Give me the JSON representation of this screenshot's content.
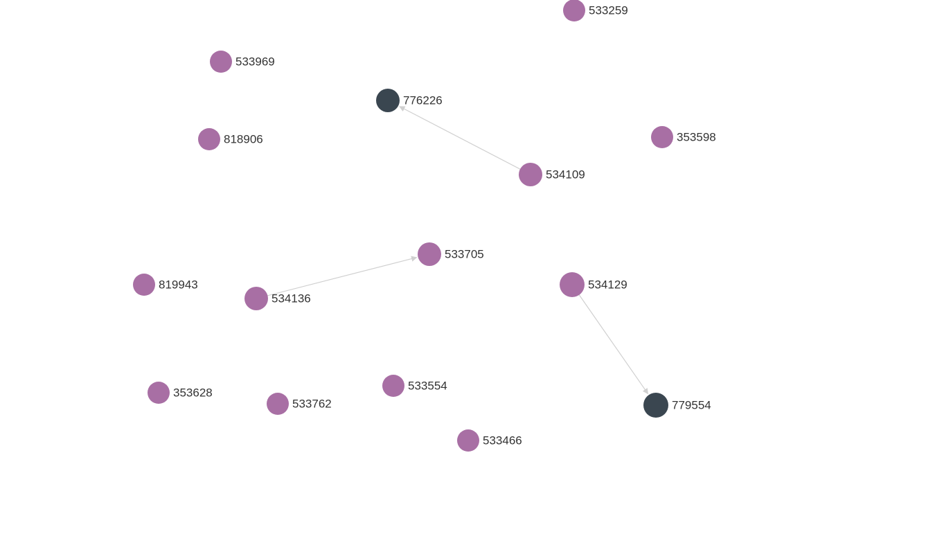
{
  "colors": {
    "default_node": "#a86fa4",
    "dark_node": "#3a4650",
    "edge": "#d0d0d0",
    "label": "#333333",
    "background": "#ffffff"
  },
  "nodes": [
    {
      "id": "533259",
      "label": "533259",
      "kind": "default"
    },
    {
      "id": "533969",
      "label": "533969",
      "kind": "default"
    },
    {
      "id": "776226",
      "label": "776226",
      "kind": "dark"
    },
    {
      "id": "818906",
      "label": "818906",
      "kind": "default"
    },
    {
      "id": "353598",
      "label": "353598",
      "kind": "default"
    },
    {
      "id": "534109",
      "label": "534109",
      "kind": "default"
    },
    {
      "id": "533705",
      "label": "533705",
      "kind": "default"
    },
    {
      "id": "819943",
      "label": "819943",
      "kind": "default"
    },
    {
      "id": "534136",
      "label": "534136",
      "kind": "default"
    },
    {
      "id": "534129",
      "label": "534129",
      "kind": "default"
    },
    {
      "id": "353628",
      "label": "353628",
      "kind": "default"
    },
    {
      "id": "533762",
      "label": "533762",
      "kind": "default"
    },
    {
      "id": "533554",
      "label": "533554",
      "kind": "default"
    },
    {
      "id": "779554",
      "label": "779554",
      "kind": "dark"
    },
    {
      "id": "533466",
      "label": "533466",
      "kind": "default"
    }
  ],
  "edges": [
    {
      "source": "534109",
      "target": "776226"
    },
    {
      "source": "534136",
      "target": "533705"
    },
    {
      "source": "534129",
      "target": "779554"
    }
  ]
}
